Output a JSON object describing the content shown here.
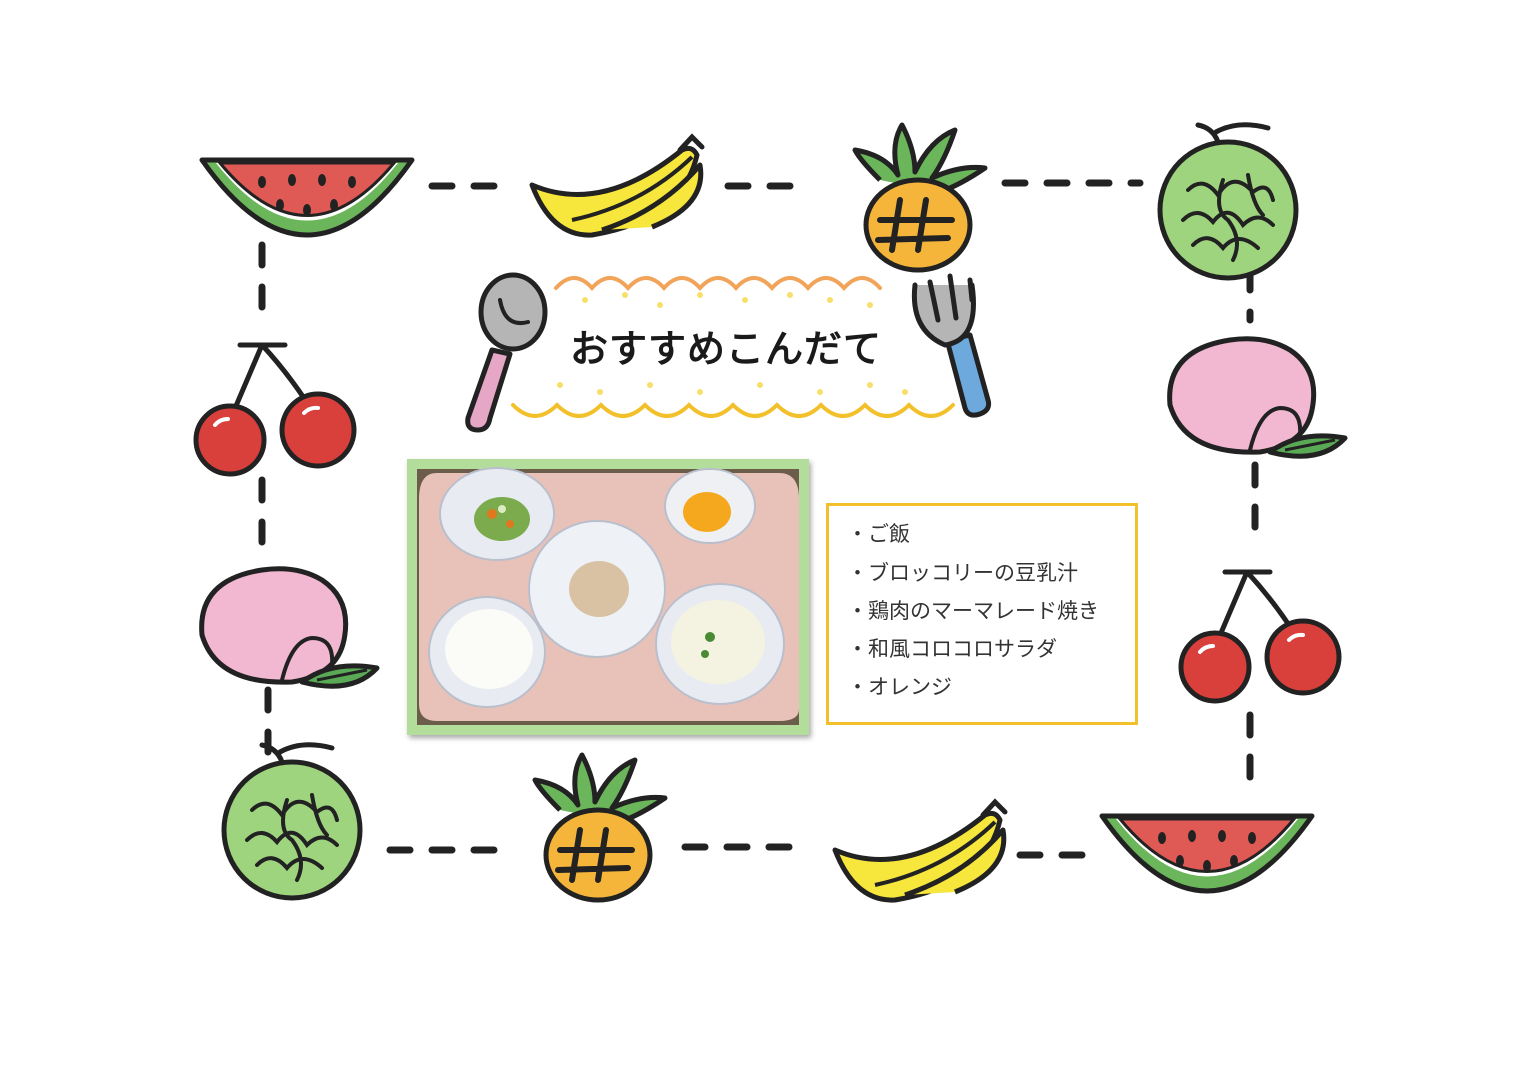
{
  "title": "おすすめこんだて",
  "menu": {
    "items": [
      "・ご飯",
      "・ブロッコリーの豆乳汁",
      "・鶏肉のマーマレード焼き",
      "・和風コロコロサラダ",
      "・オレンジ"
    ]
  },
  "colors": {
    "menu_border": "#f2c02a",
    "photo_frame": "#b3dd9a",
    "watermelon_red": "#e05a55",
    "watermelon_green": "#6bb55a",
    "banana_yellow": "#f7e63c",
    "pineapple_orange": "#f5b53a",
    "pineapple_leaf": "#6bb55a",
    "melon_green": "#9fd47e",
    "cherry_red": "#d9403c",
    "peach_pink": "#f2b8d2",
    "leaf_green": "#5aaa55"
  },
  "icons": [
    "watermelon-icon",
    "banana-icon",
    "pineapple-icon",
    "melon-icon",
    "cherry-icon",
    "peach-icon",
    "spoon-icon",
    "fork-icon"
  ]
}
